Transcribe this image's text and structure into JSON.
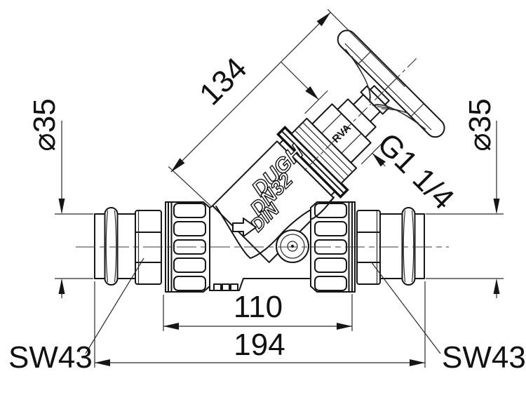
{
  "drawing": {
    "kind": "technical dimensional drawing",
    "subject": "inclined-seat valve with handwheel and press-fit connections",
    "line_color": "#161616",
    "background_color": "#ffffff"
  },
  "dimensions": {
    "stem_length": "134",
    "thread_size": "G1 1/4",
    "pipe_diameter_left": "⌀35",
    "pipe_diameter_right": "⌀35",
    "union_face_length": "110",
    "overall_length": "194",
    "wrench_size_left": "SW43",
    "wrench_size_right": "SW43"
  },
  "markings": {
    "brand": "DUGH",
    "nominal_size": "DN32",
    "standard": "DIN",
    "bonnet_mark": "RVA"
  }
}
